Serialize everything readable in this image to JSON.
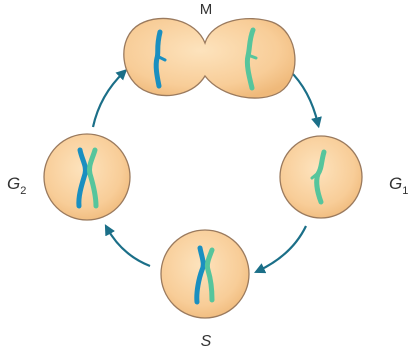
{
  "diagram": {
    "phases": [
      {
        "id": "M",
        "label": "M",
        "subscript": ""
      },
      {
        "id": "G1",
        "label": "G",
        "subscript": "1"
      },
      {
        "id": "S",
        "label": "S",
        "subscript": ""
      },
      {
        "id": "G2",
        "label": "G",
        "subscript": "2"
      }
    ],
    "colors": {
      "cell_fill": "#f8cd98",
      "cell_stroke": "#9a7a5e",
      "chromosome_blue": "#1a8fc0",
      "chromosome_green": "#56c59c",
      "arrow": "#1b6f88",
      "label": "#333333"
    }
  }
}
